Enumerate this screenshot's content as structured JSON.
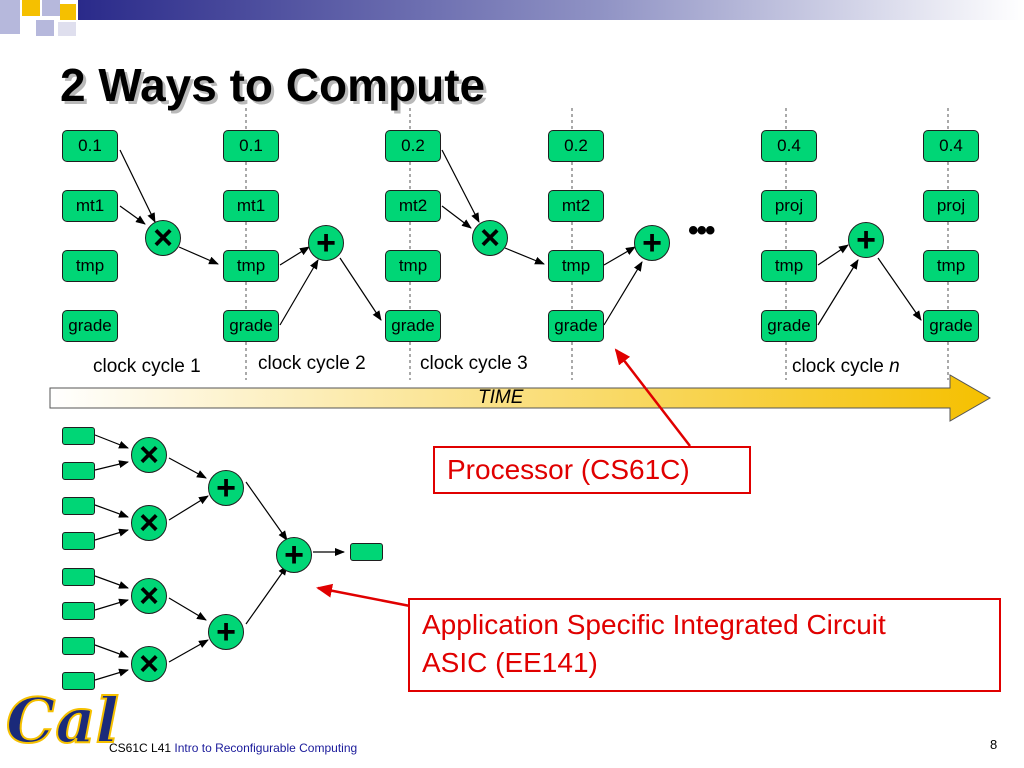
{
  "title": "2 Ways to Compute",
  "processor": {
    "columns": [
      [
        "0.1",
        "mt1",
        "tmp",
        "grade"
      ],
      [
        "0.1",
        "mt1",
        "tmp",
        "grade"
      ],
      [
        "0.2",
        "mt2",
        "tmp",
        "grade"
      ],
      [
        "0.2",
        "mt2",
        "tmp",
        "grade"
      ],
      [
        "0.4",
        "proj",
        "tmp",
        "grade"
      ],
      [
        "0.4",
        "proj",
        "tmp",
        "grade"
      ]
    ],
    "ops": [
      "×",
      "+",
      "×",
      "+",
      "+"
    ],
    "ellipsis": "•••",
    "clock_cycles": [
      "clock cycle 1",
      "clock cycle 2",
      "clock cycle 3"
    ],
    "clock_cycle_n_prefix": "clock cycle ",
    "clock_cycle_n_var": "n",
    "time_label": "TIME"
  },
  "asic": {
    "mul_ops": [
      "×",
      "×",
      "×",
      "×"
    ],
    "add_ops": [
      "+",
      "+",
      "+"
    ]
  },
  "callouts": {
    "processor": "Processor (CS61C)",
    "asic_line1": "Application Specific Integrated Circuit",
    "asic_line2": "ASIC (EE141)"
  },
  "footer": {
    "course": "CS61C L41",
    "subtitle": "Intro to Reconfigurable Computing",
    "page": "8"
  },
  "colors": {
    "register_fill": "#00d676",
    "accent_blue": "#2a2a8a",
    "callout_red": "#e00000",
    "time_arrow": "#f5c000"
  }
}
